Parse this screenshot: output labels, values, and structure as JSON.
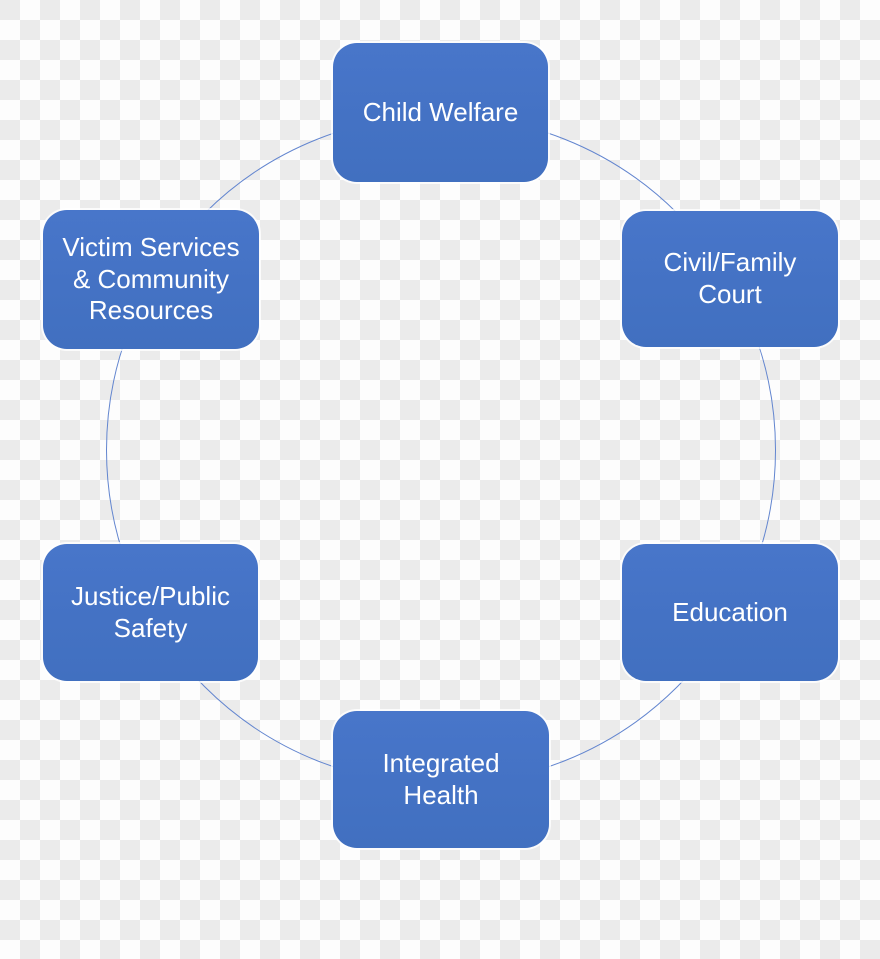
{
  "diagram": {
    "type": "cycle",
    "nodes": [
      {
        "id": "child-welfare",
        "label": "Child Welfare",
        "lines": [
          "Child Welfare"
        ]
      },
      {
        "id": "civil-family-court",
        "label": "Civil/Family Court",
        "lines": [
          "Civil/Family",
          "Court"
        ]
      },
      {
        "id": "education",
        "label": "Education",
        "lines": [
          "Education"
        ]
      },
      {
        "id": "integrated-health",
        "label": "Integrated Health",
        "lines": [
          "Integrated",
          "Health"
        ]
      },
      {
        "id": "justice-public-safety",
        "label": "Justice/Public Safety",
        "lines": [
          "Justice/Public",
          "Safety"
        ]
      },
      {
        "id": "victim-services-community-resources",
        "label": "Victim Services & Community Resources",
        "lines": [
          "Victim Services",
          "& Community",
          "Resources"
        ]
      }
    ],
    "colors": {
      "node_fill": "#4472c4",
      "node_text": "#ffffff",
      "cycle_stroke": "#6285cf",
      "checker_dark": "#ebebeb",
      "checker_light": "#fdfdfd"
    }
  }
}
